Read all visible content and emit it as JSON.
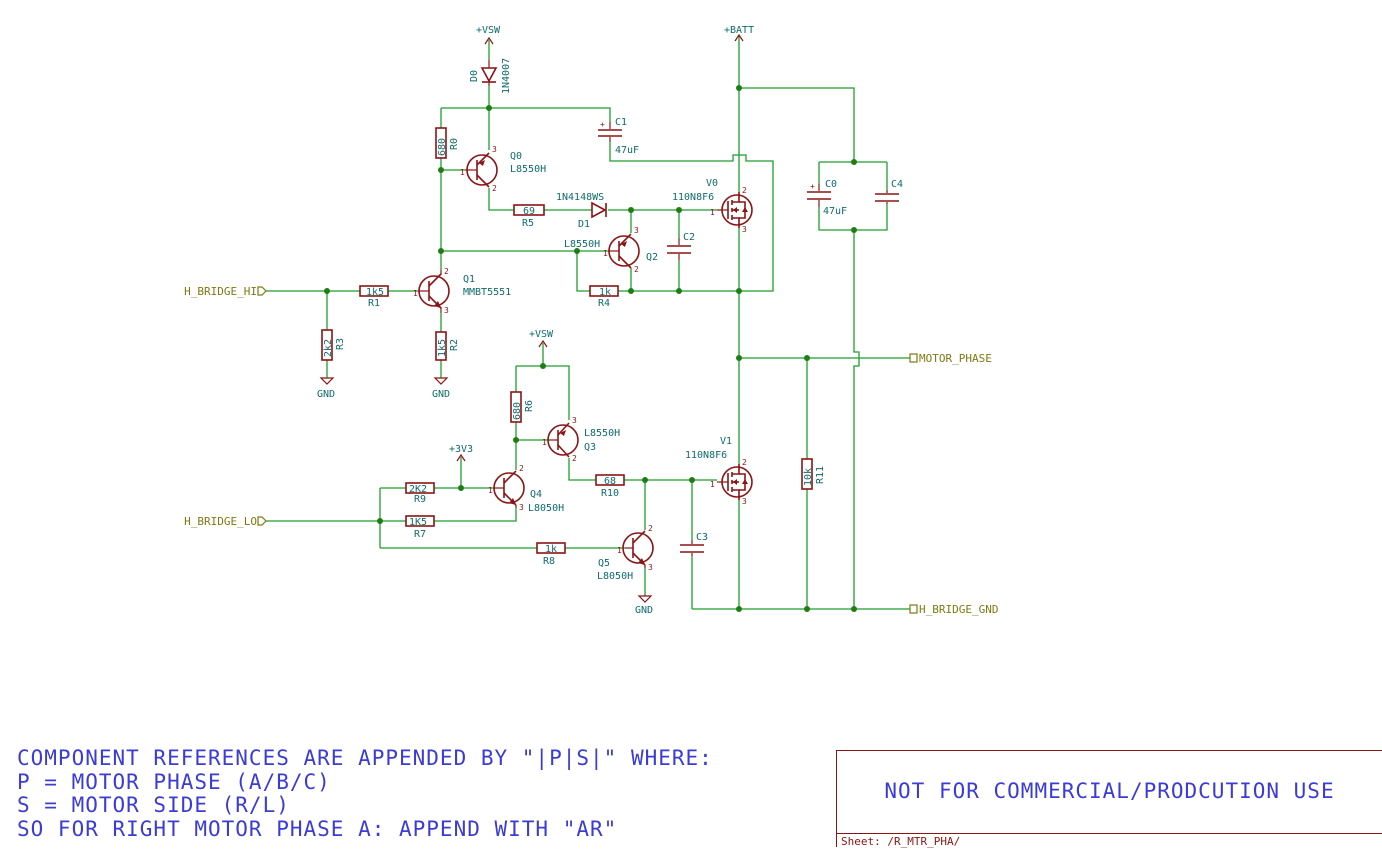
{
  "power": {
    "vsw_top": "+VSW",
    "batt": "+BATT",
    "vsw_mid": "+VSW",
    "v3v3": "+3V3",
    "gnd_r3": "GND",
    "gnd_r2": "GND",
    "gnd_q5": "GND"
  },
  "hierarchical_labels": {
    "hi": "H_BRIDGE_HI",
    "lo": "H_BRIDGE_LO",
    "phase": "MOTOR_PHASE",
    "gnd": "H_BRIDGE_GND"
  },
  "components": {
    "D0": {
      "ref": "D0",
      "value": "1N4007"
    },
    "R0": {
      "ref": "R0",
      "value": "680"
    },
    "Q0": {
      "ref": "Q0",
      "value": "L8550H"
    },
    "C1": {
      "ref": "C1",
      "value": "47uF"
    },
    "R5": {
      "ref": "R5",
      "value": "69"
    },
    "D1": {
      "ref": "D1",
      "value": "1N4148WS"
    },
    "V0": {
      "ref": "V0",
      "value": "110N8F6"
    },
    "C2": {
      "ref": "C2",
      "value": ""
    },
    "Q2": {
      "ref": "Q2",
      "value": "L8550H"
    },
    "R4": {
      "ref": "R4",
      "value": "1k"
    },
    "R1": {
      "ref": "R1",
      "value": "1k5"
    },
    "Q1": {
      "ref": "Q1",
      "value": "MMBT5551"
    },
    "R3": {
      "ref": "R3",
      "value": "2k2"
    },
    "R2": {
      "ref": "R2",
      "value": "1k5"
    },
    "C0": {
      "ref": "C0",
      "value": "47uF"
    },
    "C4": {
      "ref": "C4",
      "value": ""
    },
    "R6": {
      "ref": "R6",
      "value": "680"
    },
    "Q3": {
      "ref": "Q3",
      "value": "L8550H"
    },
    "R9": {
      "ref": "R9",
      "value": "2K2"
    },
    "Q4": {
      "ref": "Q4",
      "value": "L8050H"
    },
    "R7": {
      "ref": "R7",
      "value": "1K5"
    },
    "R10": {
      "ref": "R10",
      "value": "68"
    },
    "V1": {
      "ref": "V1",
      "value": "110N8F6"
    },
    "R11": {
      "ref": "R11",
      "value": "10k"
    },
    "R8": {
      "ref": "R8",
      "value": "1k"
    },
    "Q5": {
      "ref": "Q5",
      "value": "L8050H"
    },
    "C3": {
      "ref": "C3",
      "value": ""
    }
  },
  "pins": {
    "one": "1",
    "two": "2",
    "three": "3"
  },
  "notes": {
    "line1": "COMPONENT REFERENCES ARE APPENDED BY \"|P|S|\" WHERE:",
    "line2": "P = MOTOR PHASE (A/B/C)",
    "line3": "S = MOTOR SIDE (R/L)",
    "line4": "SO FOR RIGHT MOTOR PHASE A: APPEND WITH \"AR\""
  },
  "title_block": {
    "banner": "NOT FOR COMMERCIAL/PRODCUTION USE",
    "sheet": "Sheet: /R_MTR_PHA/"
  },
  "colors": {
    "wire": "#1f9e2c",
    "component": "#8b1414",
    "text": "#0f6b6b",
    "label": "#7d7a12",
    "notes": "#3b3bd6"
  }
}
